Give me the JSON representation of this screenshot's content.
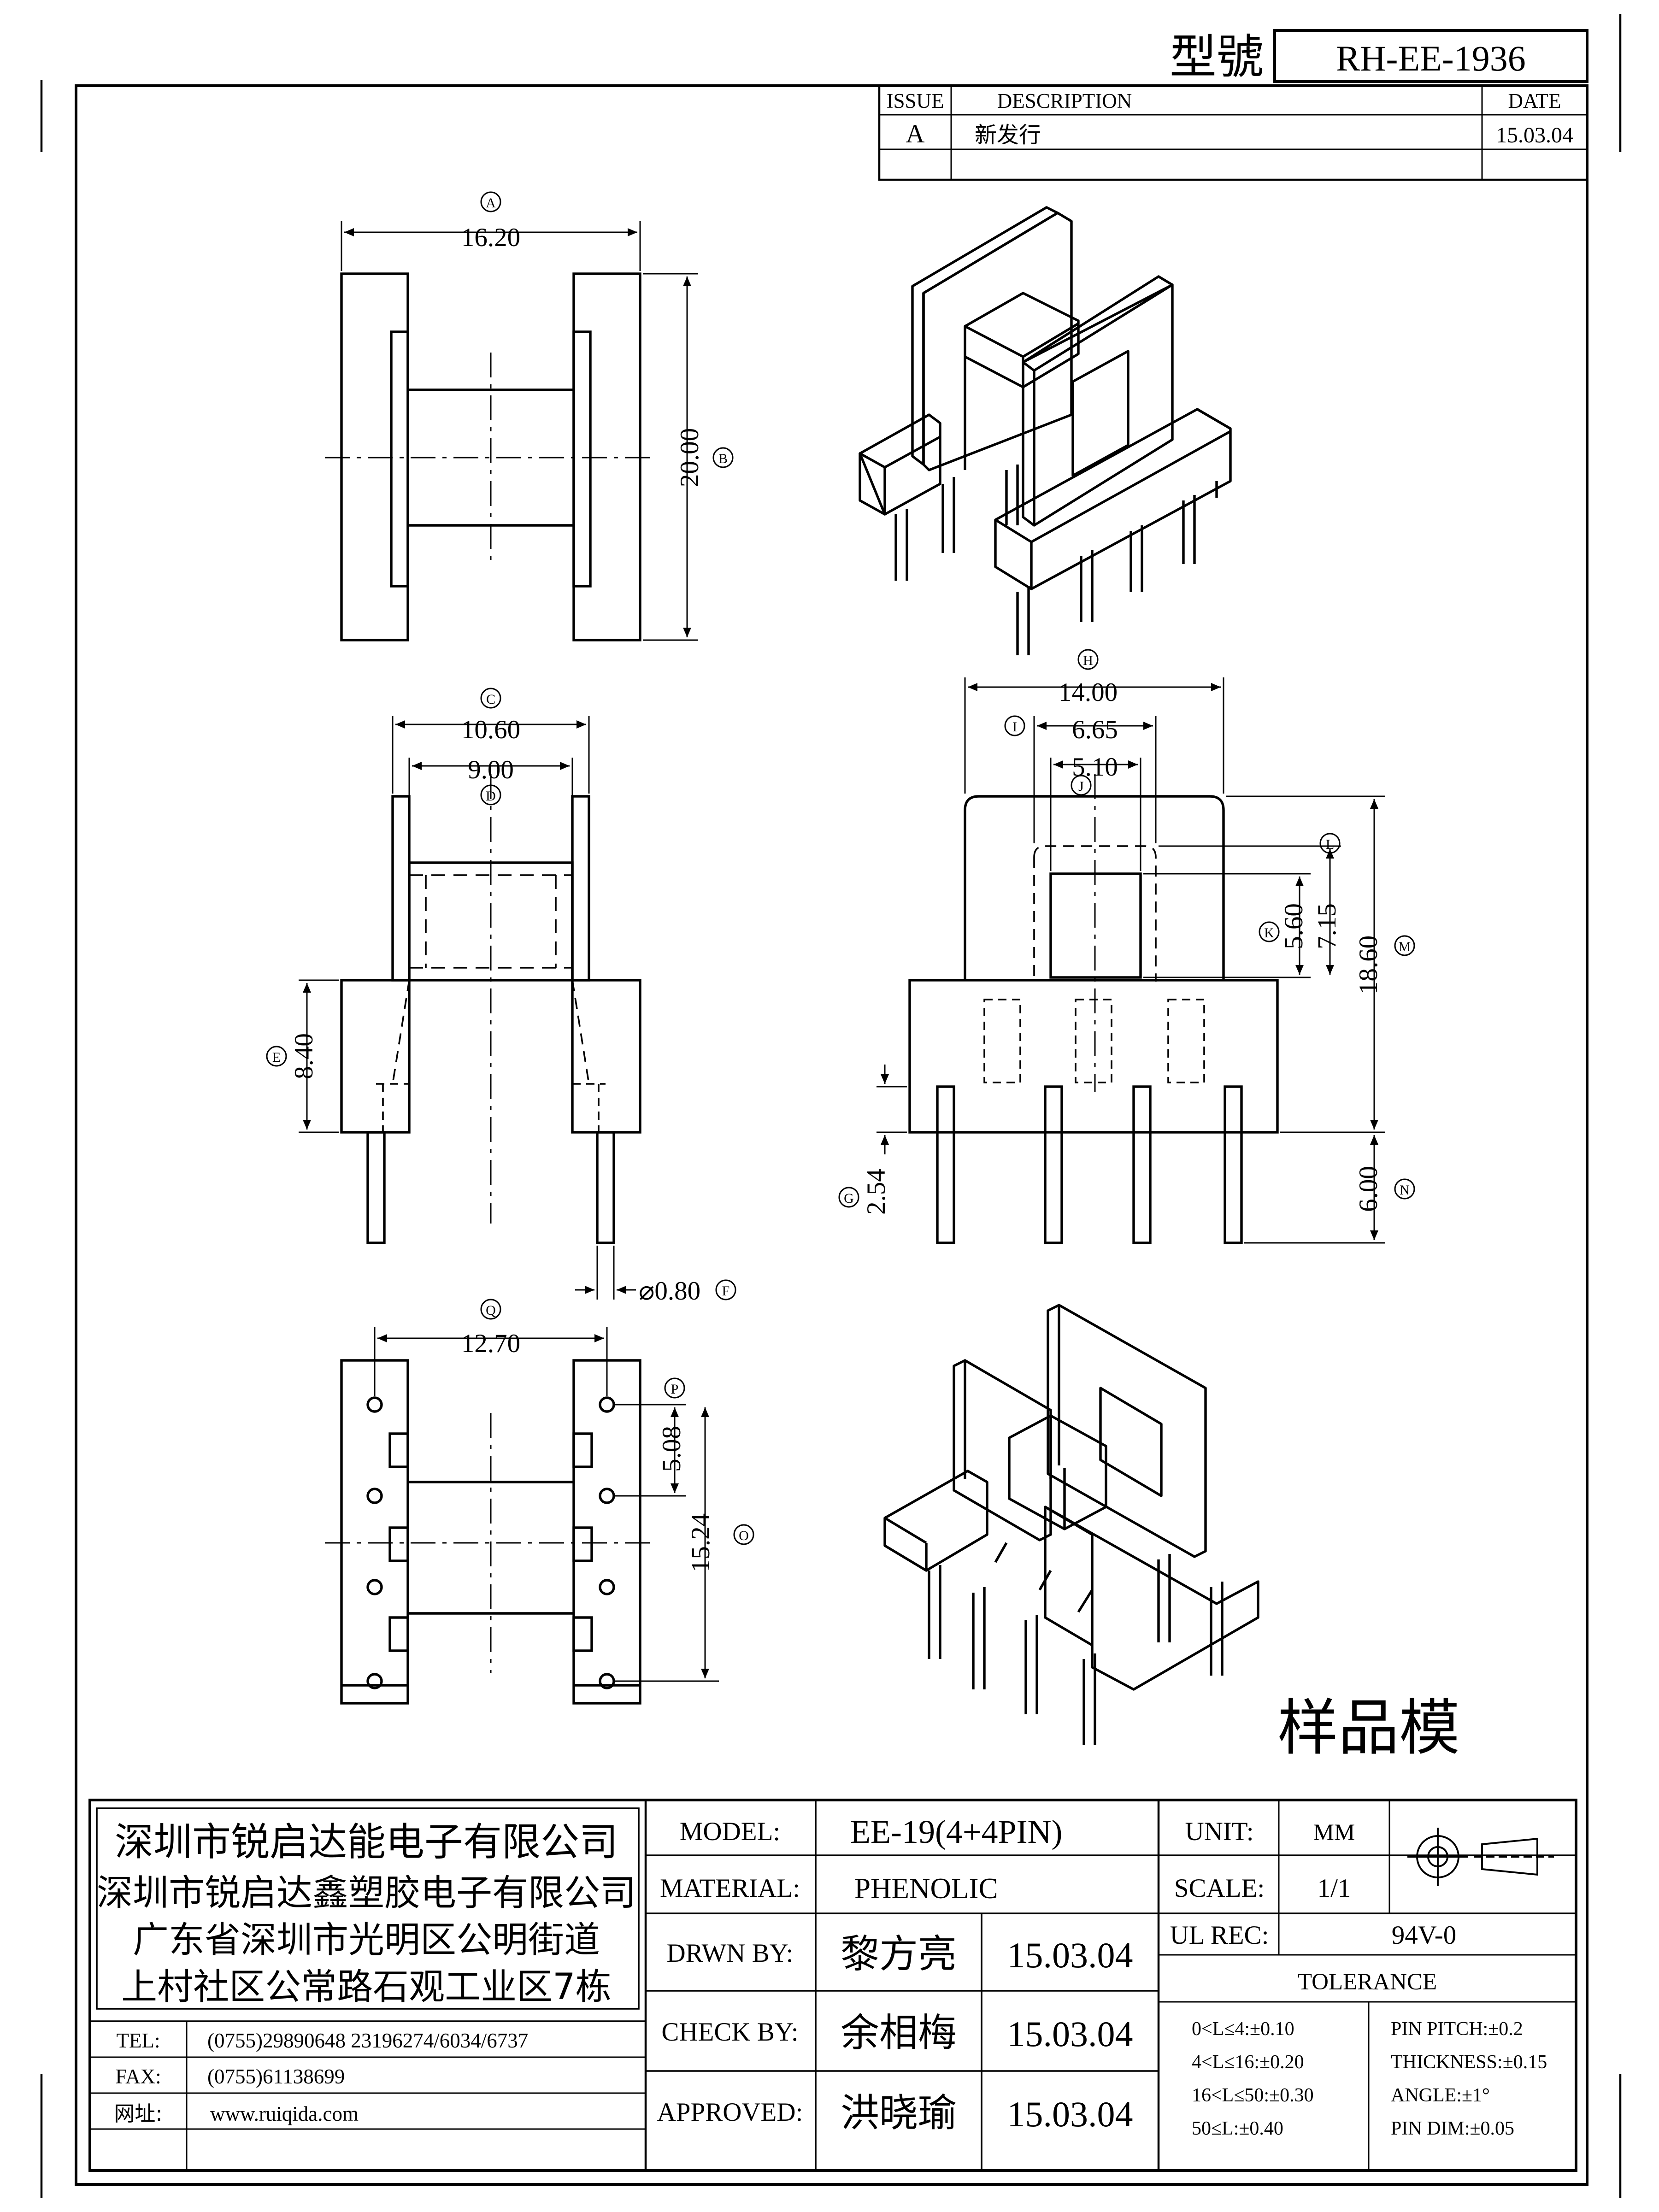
{
  "header": {
    "model_no_label": "型號",
    "model_no": "RH-EE-1936"
  },
  "revision_table": {
    "headers": [
      "ISSUE",
      "DESCRIPTION",
      "DATE"
    ],
    "rows": [
      {
        "issue": "A",
        "description": "新发行",
        "date": "15.03.04"
      }
    ]
  },
  "views": {
    "top": {
      "dims": [
        {
          "id": "A",
          "text": "16.20"
        },
        {
          "id": "B",
          "text": "20.00"
        }
      ]
    },
    "front": {
      "dims": [
        {
          "id": "C",
          "text": "10.60"
        },
        {
          "id": "D",
          "text": "9.00"
        },
        {
          "id": "E",
          "text": "8.40"
        },
        {
          "id": "F",
          "text": "⌀0.80"
        }
      ]
    },
    "side": {
      "dims": [
        {
          "id": "H",
          "text": "14.00"
        },
        {
          "id": "I",
          "text": "6.65"
        },
        {
          "id": "J",
          "text": "5.10"
        },
        {
          "id": "K",
          "text": "5.60"
        },
        {
          "id": "L",
          "text": "7.15"
        },
        {
          "id": "M",
          "text": "18.60"
        },
        {
          "id": "G",
          "text": "2.54"
        },
        {
          "id": "N",
          "text": "6.00"
        }
      ]
    },
    "bottom": {
      "dims": [
        {
          "id": "Q",
          "text": "12.70"
        },
        {
          "id": "P",
          "text": "5.08"
        },
        {
          "id": "O",
          "text": "15.24"
        }
      ]
    }
  },
  "stamp": "样品模",
  "title_block": {
    "company_lines": [
      "深圳市锐启达能电子有限公司",
      "深圳市锐启达鑫塑胶电子有限公司",
      "广东省深圳市光明区公明街道",
      "上村社区公常路石观工业区7栋"
    ],
    "contacts": [
      {
        "label": "TEL:",
        "value": "(0755)29890648  23196274/6034/6737"
      },
      {
        "label": "FAX:",
        "value": "(0755)61138699"
      },
      {
        "label": "网址:",
        "value": "www.ruiqida.com"
      }
    ],
    "model_label": "MODEL:",
    "model": "EE-19(4+4PIN)",
    "material_label": "MATERIAL:",
    "material": "PHENOLIC",
    "unit_label": "UNIT:",
    "unit": "MM",
    "scale_label": "SCALE:",
    "scale": "1/1",
    "ul_label": "UL REC:",
    "ul": "94V-0",
    "tolerance_title": "TOLERANCE",
    "tolerance_left": [
      "0<L≤4:±0.10",
      "4<L≤16:±0.20",
      "16<L≤50:±0.30",
      "50≤L:±0.40"
    ],
    "tolerance_right": [
      "PIN PITCH:±0.2",
      "THICKNESS:±0.15",
      "ANGLE:±1°",
      "PIN DIM:±0.05"
    ],
    "approvals": [
      {
        "label": "DRWN BY:",
        "name": "黎方亮",
        "date": "15.03.04"
      },
      {
        "label": "CHECK BY:",
        "name": "余相梅",
        "date": "15.03.04"
      },
      {
        "label": "APPROVED:",
        "name": "洪晓瑜",
        "date": "15.03.04"
      }
    ]
  }
}
